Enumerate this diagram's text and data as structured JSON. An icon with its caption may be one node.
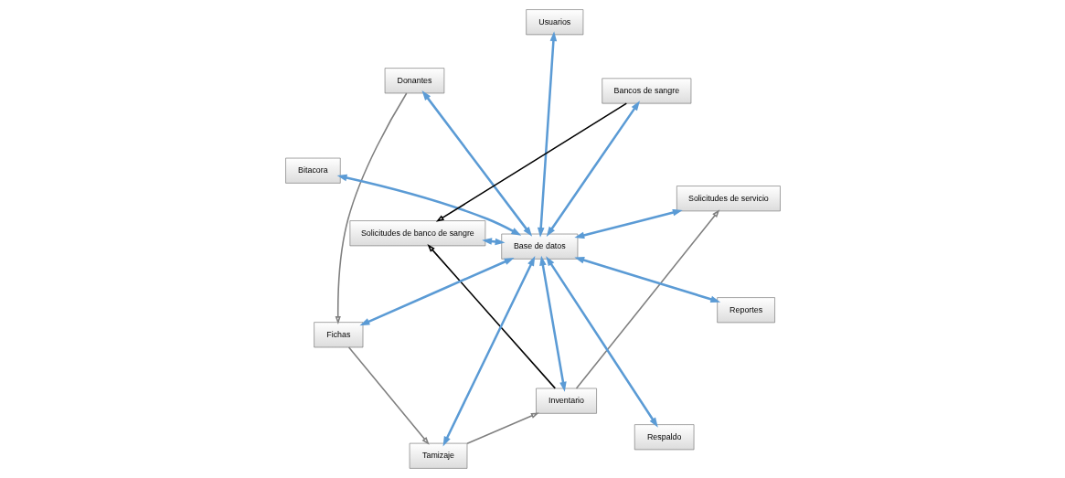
{
  "diagram": {
    "nodes": [
      {
        "text": [
          "Donantes"
        ]
      },
      {
        "text": [
          "Fichas"
        ]
      },
      {
        "text": [
          "Tamizaje"
        ]
      },
      {
        "text": [
          "Inventario"
        ]
      },
      {
        "text": [
          "Usuarios"
        ]
      },
      {
        "text": [
          "Base de datos"
        ]
      },
      {
        "text": [
          "Solicitudes de servicio"
        ]
      },
      {
        "text": [
          "Bitacora"
        ]
      },
      {
        "text": [
          "Solicitudes de banco de sangre"
        ]
      },
      {
        "text": [
          "Respaldo"
        ]
      },
      {
        "text": [
          "Reportes"
        ]
      },
      {
        "text": [
          "Bancos de sangre"
        ]
      }
    ],
    "edges": [
      {
        "from": 5,
        "to": 0,
        "arrow": "both"
      },
      {
        "from": 5,
        "to": 1,
        "arrow": "both"
      },
      {
        "from": 5,
        "to": 2,
        "arrow": "both"
      },
      {
        "from": 5,
        "to": 3,
        "arrow": "both"
      },
      {
        "from": 5,
        "to": 4,
        "arrow": "both"
      },
      {
        "from": 5,
        "to": 6,
        "arrow": "both"
      },
      {
        "from": 5,
        "to": 7,
        "arrow": "both"
      },
      {
        "from": 5,
        "to": 8,
        "arrow": "both"
      },
      {
        "from": 5,
        "to": 9,
        "arrow": "both"
      },
      {
        "from": 5,
        "to": 10,
        "arrow": "both"
      },
      {
        "from": 5,
        "to": 11,
        "arrow": "both"
      },
      {
        "from": 0,
        "to": 1,
        "arrow": "to",
        "color": "#808080"
      },
      {
        "from": 1,
        "to": 2,
        "arrow": "to",
        "color": "#808080"
      },
      {
        "from": 2,
        "to": 3,
        "arrow": "to",
        "color": "#808080"
      },
      {
        "from": 3,
        "to": 6,
        "arrow": "to",
        "color": "#808080"
      },
      {
        "from": 3,
        "to": 8,
        "arrow": "to",
        "color": "#000000"
      },
      {
        "from": 11,
        "to": 8,
        "arrow": "to",
        "color": "#000000"
      }
    ]
  }
}
